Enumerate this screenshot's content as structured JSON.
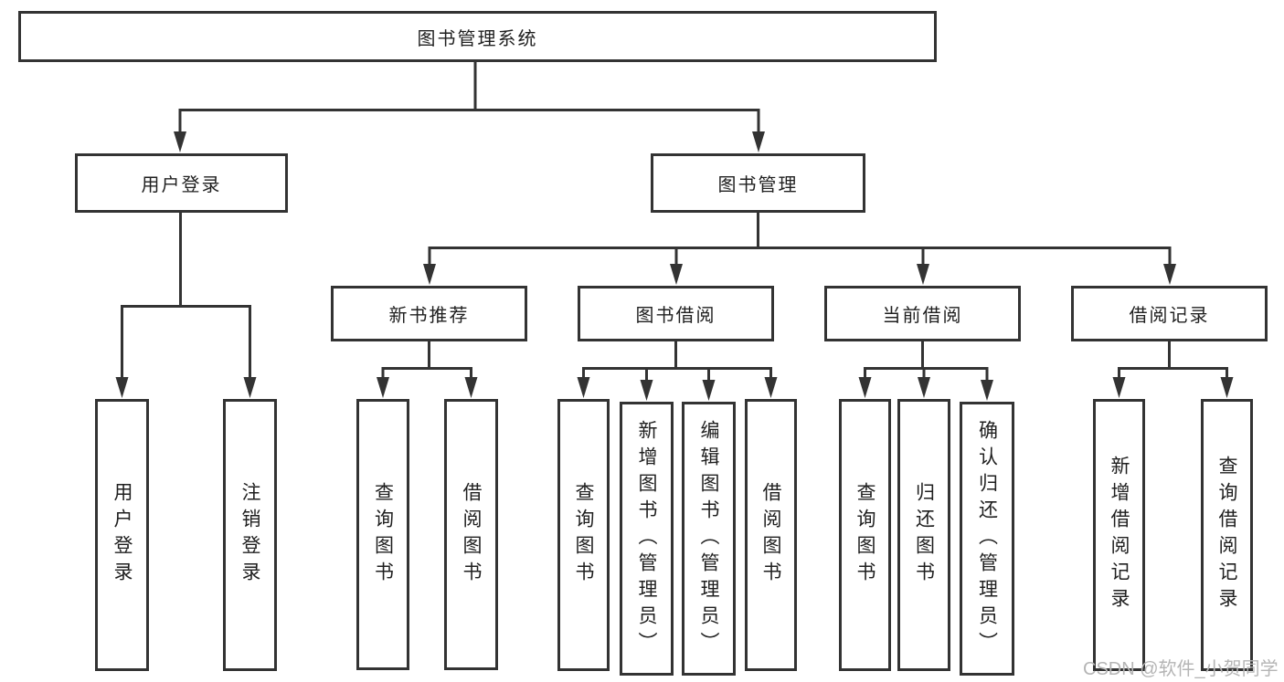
{
  "diagram_type": "hierarchy-tree",
  "colors": {
    "line": "#333333",
    "text": "#1f1f1f",
    "watermark": "#b5b5b5",
    "background": "#ffffff"
  },
  "tree": {
    "label": "图书管理系统",
    "children": [
      {
        "label": "用户登录",
        "children": [
          {
            "label": "用户登录"
          },
          {
            "label": "注销登录"
          }
        ]
      },
      {
        "label": "图书管理",
        "children": [
          {
            "label": "新书推荐",
            "children": [
              {
                "label": "查询图书"
              },
              {
                "label": "借阅图书"
              }
            ]
          },
          {
            "label": "图书借阅",
            "children": [
              {
                "label": "查询图书"
              },
              {
                "label": "新增图书（管理员）"
              },
              {
                "label": "编辑图书（管理员）"
              },
              {
                "label": "借阅图书"
              }
            ]
          },
          {
            "label": "当前借阅",
            "children": [
              {
                "label": "查询图书"
              },
              {
                "label": "归还图书"
              },
              {
                "label": "确认归还（管理员）"
              }
            ]
          },
          {
            "label": "借阅记录",
            "children": [
              {
                "label": "新增借阅记录"
              },
              {
                "label": "查询借阅记录"
              }
            ]
          }
        ]
      }
    ]
  },
  "watermark": {
    "text": "CSDN @软件_小贺同学"
  }
}
